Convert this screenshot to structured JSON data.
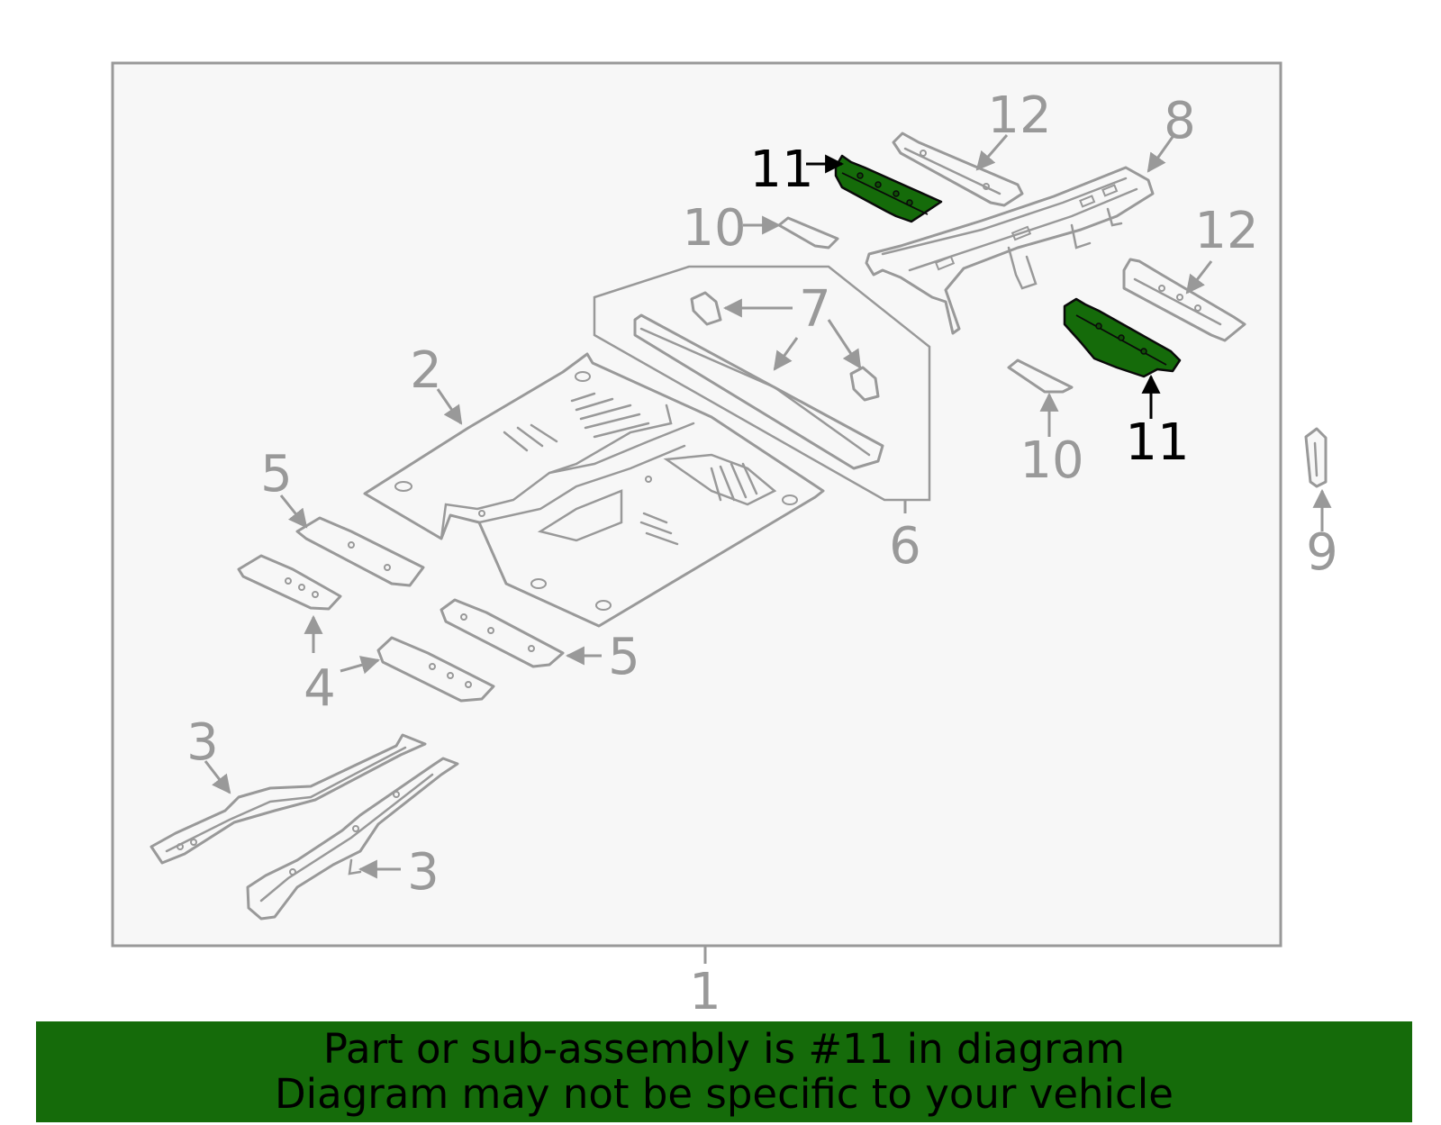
{
  "diagram": {
    "callouts": {
      "c1": "1",
      "c2": "2",
      "c3a": "3",
      "c3b": "3",
      "c4": "4",
      "c5a": "5",
      "c5b": "5",
      "c6": "6",
      "c7": "7",
      "c8": "8",
      "c9": "9",
      "c10a": "10",
      "c10b": "10",
      "c11a": "11",
      "c11b": "11",
      "c12a": "12",
      "c12b": "12"
    },
    "highlighted_part": "11",
    "colors": {
      "highlight": "#156b0a",
      "parts_line": "#999999",
      "panel_background": "#f7f7f7",
      "banner_background": "#156b0a"
    }
  },
  "banner": {
    "line1": "Part or sub-assembly is #11 in diagram",
    "line2": "Diagram may not be specific to your vehicle"
  }
}
